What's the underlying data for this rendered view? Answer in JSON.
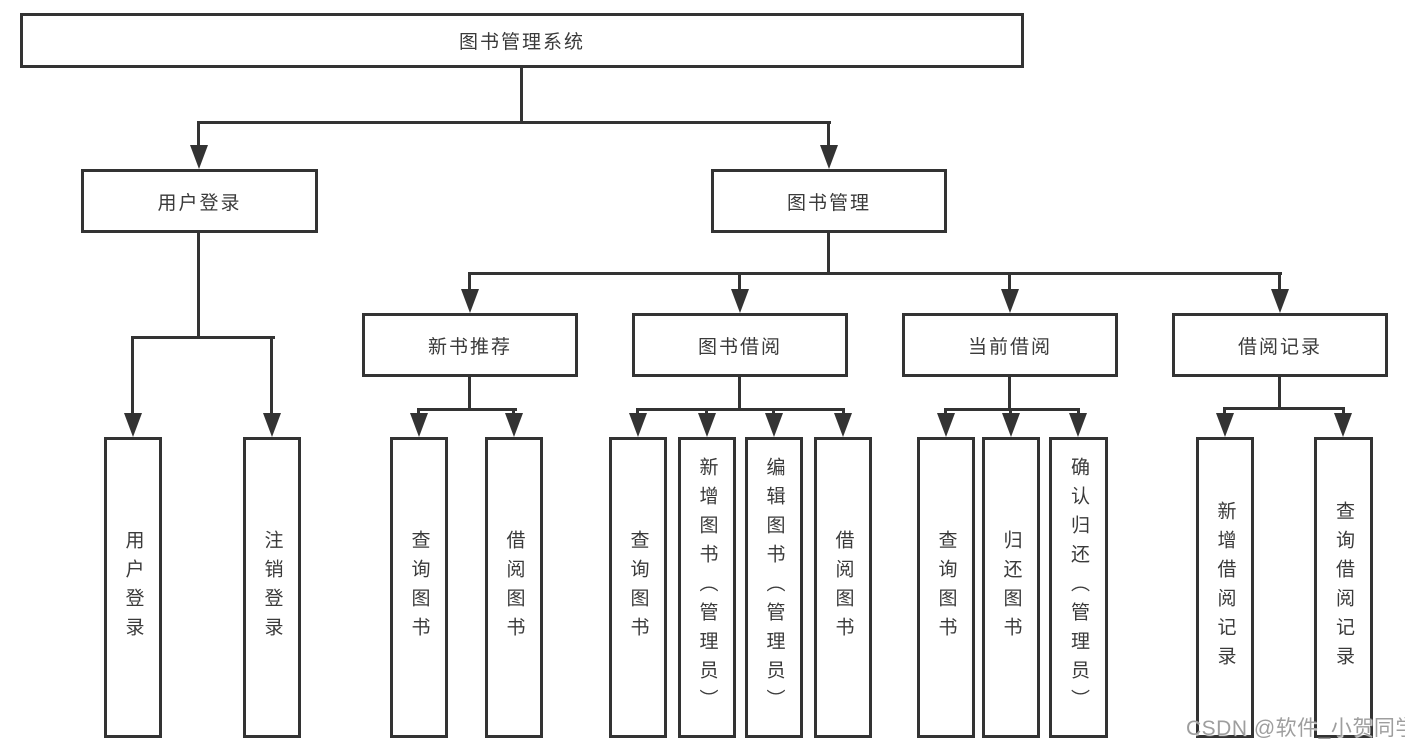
{
  "diagram": {
    "title": "图书管理系统",
    "tree": {
      "label": "图书管理系统",
      "children": [
        {
          "label": "用户登录",
          "children": [
            {
              "label": "用户登录"
            },
            {
              "label": "注销登录"
            }
          ]
        },
        {
          "label": "图书管理",
          "children": [
            {
              "label": "新书推荐",
              "children": [
                {
                  "label": "查询图书"
                },
                {
                  "label": "借阅图书"
                }
              ]
            },
            {
              "label": "图书借阅",
              "children": [
                {
                  "label": "查询图书"
                },
                {
                  "label": "新增图书（管理员）"
                },
                {
                  "label": "编辑图书（管理员）"
                },
                {
                  "label": "借阅图书"
                }
              ]
            },
            {
              "label": "当前借阅",
              "children": [
                {
                  "label": "查询图书"
                },
                {
                  "label": "归还图书"
                },
                {
                  "label": "确认归还（管理员）"
                }
              ]
            },
            {
              "label": "借阅记录",
              "children": [
                {
                  "label": "新增借阅记录"
                },
                {
                  "label": "查询借阅记录"
                }
              ]
            }
          ]
        }
      ]
    },
    "colors": {
      "line": "#333333",
      "text": "#3a3a3a",
      "background": "#ffffff",
      "watermark": "#9e9e9e"
    }
  },
  "watermark": {
    "text": "CSDN @软件_小贺同学"
  }
}
